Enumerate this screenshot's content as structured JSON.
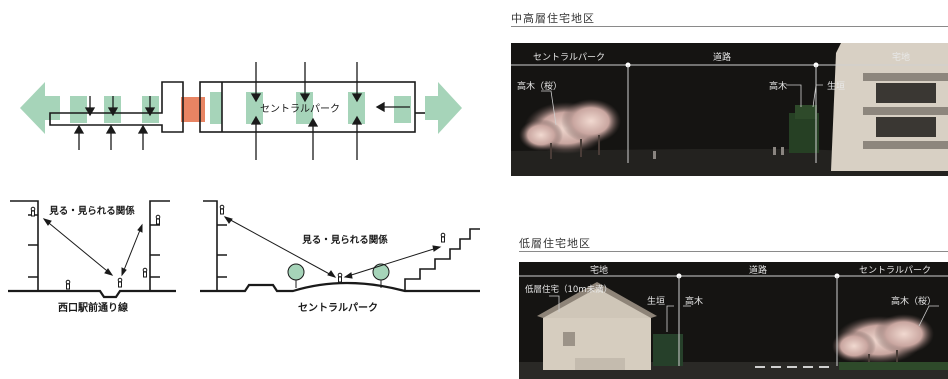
{
  "left": {
    "plan": {
      "central_park_label": "セントラルパーク"
    },
    "section_a": {
      "relation_label": "見る・見られる関係",
      "caption": "西口駅前通り線"
    },
    "section_b": {
      "relation_label": "見る・見られる関係",
      "caption": "セントラルパーク"
    }
  },
  "right": {
    "top": {
      "title": "中高層住宅地区",
      "header_labels": [
        "セントラルパーク",
        "道路",
        "宅地"
      ],
      "annotations": {
        "tall_tree": "高木（桜）",
        "tall_tree_2": "高木",
        "hedge": "生垣"
      }
    },
    "bottom": {
      "title": "低層住宅地区",
      "header_labels": [
        "宅地",
        "道路",
        "セントラルパーク"
      ],
      "annotations": {
        "low_house": "低層住宅（10m未満）",
        "hedge": "生垣",
        "tall_tree": "高木",
        "tall_tree_right": "高木（桜）"
      }
    }
  },
  "colors": {
    "green_block": "#a6d4b9",
    "orange_block": "#e88463",
    "night_bg": "#151412",
    "line": "#1a1a1a"
  }
}
